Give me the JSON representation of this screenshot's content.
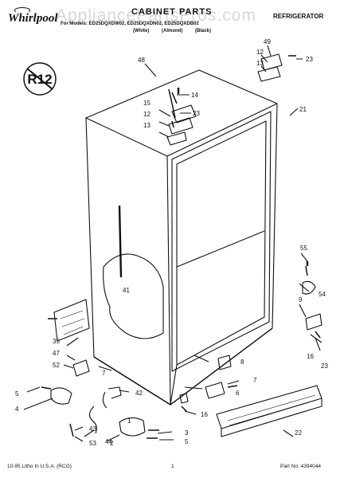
{
  "header": {
    "brand": "Whirlpool",
    "title": "CABINET PARTS",
    "category": "REFRIGERATOR",
    "model_line": "For Models: ED25DQXDW02, ED25DQXDN02, ED25DQXDB02",
    "variants": [
      "(White)",
      "(Almond)",
      "(Black)"
    ],
    "watermark": "AppliancePartsPros.com"
  },
  "badge": {
    "text": "R12"
  },
  "callouts": [
    "48",
    "49",
    "12",
    "13",
    "23",
    "14",
    "15",
    "12",
    "13",
    "23",
    "21",
    "55",
    "41",
    "9",
    "54",
    "35",
    "47",
    "16",
    "23",
    "8",
    "52",
    "7",
    "7",
    "6",
    "5",
    "4",
    "43",
    "44",
    "53",
    "42",
    "16",
    "2",
    "3",
    "5",
    "1",
    "22"
  ],
  "footer": {
    "left": "10-95 Litho In U.S.A. (RCG)",
    "center": "1",
    "right": "Part No. 4394044"
  }
}
